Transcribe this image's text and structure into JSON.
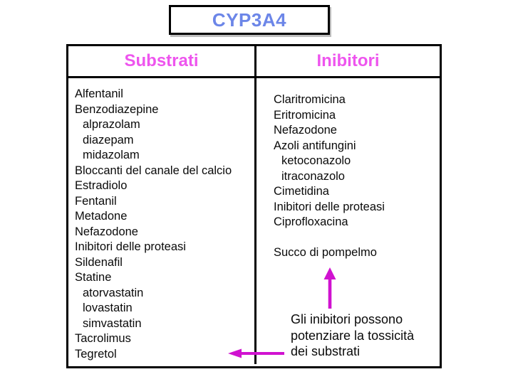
{
  "title": "CYP3A4",
  "table": {
    "headers": {
      "substrates": "Substrati",
      "inhibitors": "Inibitori"
    },
    "substrates": [
      {
        "label": "Alfentanil",
        "indent": false
      },
      {
        "label": "Benzodiazepine",
        "indent": false
      },
      {
        "label": "alprazolam",
        "indent": true
      },
      {
        "label": "diazepam",
        "indent": true
      },
      {
        "label": "midazolam",
        "indent": true
      },
      {
        "label": "Bloccanti del canale del calcio",
        "indent": false
      },
      {
        "label": "Estradiolo",
        "indent": false
      },
      {
        "label": "Fentanil",
        "indent": false
      },
      {
        "label": "Metadone",
        "indent": false
      },
      {
        "label": "Nefazodone",
        "indent": false
      },
      {
        "label": "Inibitori delle proteasi",
        "indent": false
      },
      {
        "label": "Sildenafil",
        "indent": false
      },
      {
        "label": "Statine",
        "indent": false
      },
      {
        "label": "atorvastatin",
        "indent": true
      },
      {
        "label": "lovastatin",
        "indent": true
      },
      {
        "label": "simvastatin",
        "indent": true
      },
      {
        "label": "Tacrolimus",
        "indent": false
      },
      {
        "label": "Tegretol",
        "indent": false
      }
    ],
    "inhibitors": [
      {
        "label": "Claritromicina",
        "indent": false
      },
      {
        "label": "Eritromicina",
        "indent": false
      },
      {
        "label": "Nefazodone",
        "indent": false
      },
      {
        "label": "Azoli antifungini",
        "indent": false
      },
      {
        "label": "ketoconazolo",
        "indent": true
      },
      {
        "label": "itraconazolo",
        "indent": true
      },
      {
        "label": "Cimetidina",
        "indent": false
      },
      {
        "label": "Inibitori delle proteasi",
        "indent": false
      },
      {
        "label": "Ciprofloxacina",
        "indent": false
      },
      {
        "label": "",
        "indent": false,
        "spacer": true
      },
      {
        "label": "Succo di pompelmo",
        "indent": false
      }
    ],
    "note": {
      "lines": [
        "Gli inibitori possono",
        "potenziare la tossicità",
        "dei substrati"
      ]
    }
  },
  "icons": {
    "up_arrow": "up-arrow-icon",
    "left_arrow": "left-arrow-icon"
  },
  "colors": {
    "title_blue": "#6c86e8",
    "header_pink": "#ee55ee",
    "arrow_magenta": "#d012d0"
  }
}
